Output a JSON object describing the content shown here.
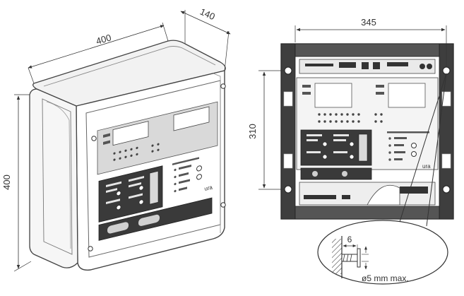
{
  "figure": {
    "left_view": {
      "dim_width": "400",
      "dim_depth": "140",
      "dim_height": "400",
      "brand": "ura"
    },
    "right_view": {
      "dim_mount_width": "345",
      "dim_mount_height": "310",
      "brand": "ura"
    },
    "screw_detail": {
      "dim_length": "6",
      "dim_diameter": "ø5 mm max."
    }
  }
}
